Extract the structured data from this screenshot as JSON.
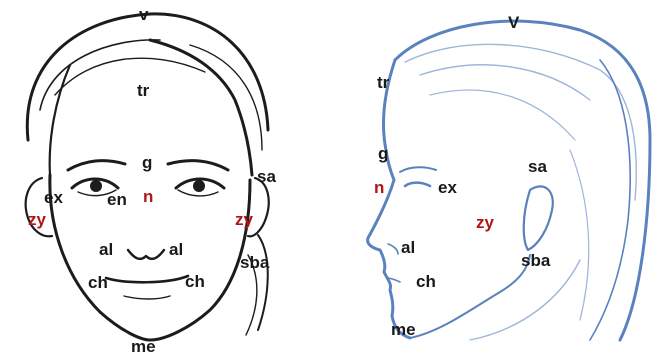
{
  "colors": {
    "label_default": "#1a1a1a",
    "label_highlight": "#b01616",
    "front_face_line": "#1c1c1c",
    "profile_face_line": "#5a82bc",
    "profile_face_line_light": "#9fb6da"
  },
  "front_view": {
    "labels": {
      "v": "v",
      "tr": "tr",
      "g": "g",
      "sa": "sa",
      "ex": "ex",
      "en": "en",
      "n": "n",
      "zy_left": "zy",
      "zy_right": "zy",
      "al_left": "al",
      "al_right": "al",
      "sba": "sba",
      "ch_left": "ch",
      "ch_right": "ch",
      "me": "me"
    }
  },
  "profile_view": {
    "labels": {
      "v": "V",
      "tr": "tr",
      "g": "g",
      "sa": "sa",
      "n": "n",
      "ex": "ex",
      "zy": "zy",
      "al": "al",
      "sba": "sba",
      "ch": "ch",
      "me": "me"
    }
  }
}
